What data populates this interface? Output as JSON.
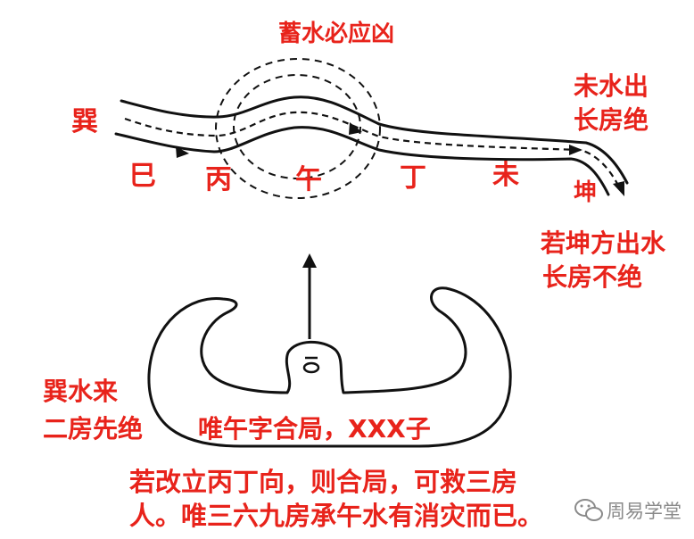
{
  "title": "蓄水必应凶",
  "labels": {
    "xun": "巽",
    "si": "巳",
    "bing": "丙",
    "wu": "午",
    "ding": "丁",
    "wei": "未",
    "kun": "坤"
  },
  "notes": {
    "wei_out_1": "未水出",
    "wei_out_2": "长房绝",
    "kun_out_1": "若坤方出水",
    "kun_out_2": "长房不绝",
    "xun_in_1": "巽水来",
    "xun_in_2": "二房先绝",
    "center": "唯午字合局，XXX子",
    "bottom_1": "若改立丙丁向，则合局，可救三房",
    "bottom_2": "人。唯三六九房承午水有消灾而已。"
  },
  "watermark": {
    "icon": "wechat-icon",
    "text": "周易学堂"
  },
  "colors": {
    "text": "#e8231b",
    "line": "#111111",
    "watermark": "#8a8a8a"
  }
}
